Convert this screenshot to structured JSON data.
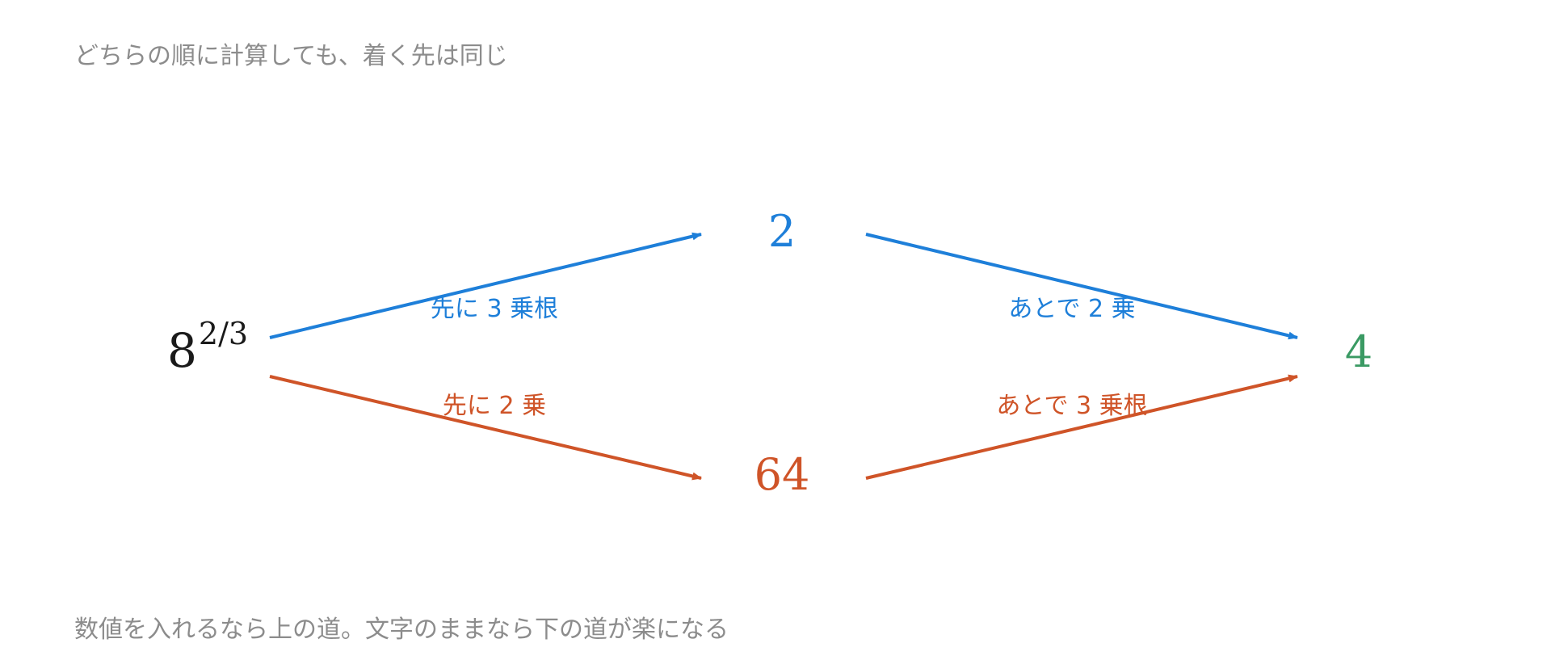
{
  "captions": {
    "top": "どちらの順に計算しても、着く先は同じ",
    "bottom": "数値を入れるなら上の道。文字のままなら下の道が楽になる"
  },
  "nodes": {
    "start": {
      "base": "8",
      "exponent": "2/3"
    },
    "upper_mid": {
      "value": "2"
    },
    "lower_mid": {
      "value": "64"
    },
    "end": {
      "value": "4"
    }
  },
  "edges": {
    "upper_first": "先に 3 乗根",
    "upper_second": "あとで 2 乗",
    "lower_first": "先に 2 乗",
    "lower_second": "あとで 3 乗根"
  },
  "colors": {
    "upper_path": "#1e7fd9",
    "lower_path": "#cf5428",
    "result": "#3a9a63",
    "start": "#1a1a1a",
    "caption": "#8c8c8c"
  }
}
